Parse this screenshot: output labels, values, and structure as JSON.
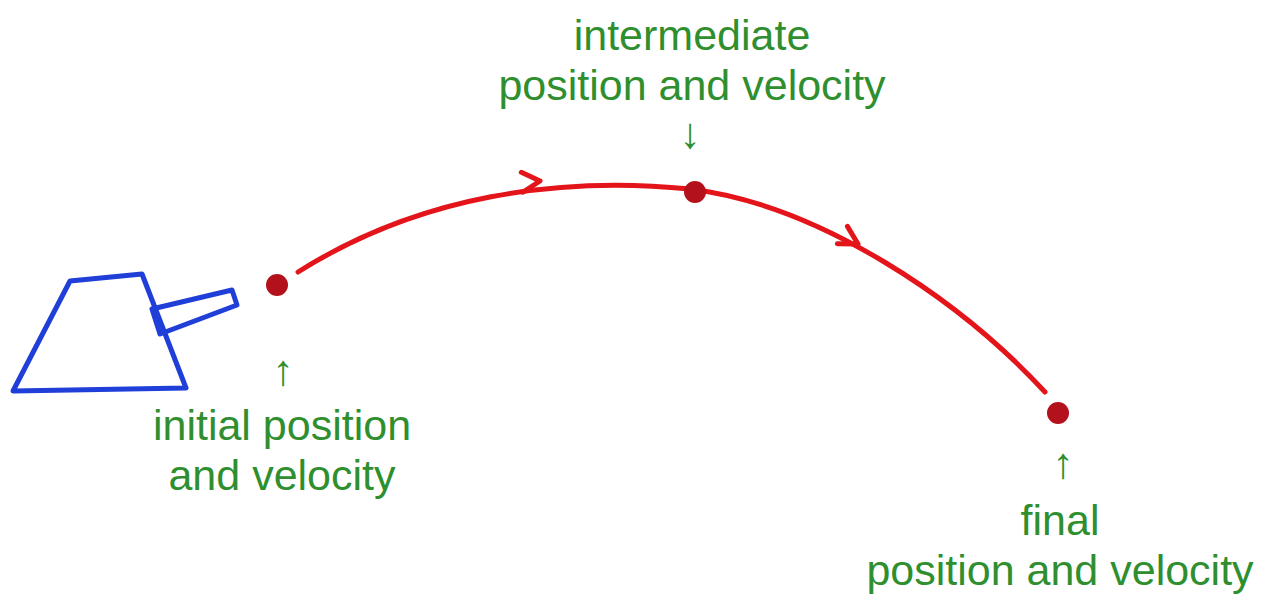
{
  "diagram": {
    "labels": [
      "intermediate position and velocity",
      "↓",
      "↑",
      "initial position and velocity",
      "↑",
      "final position and velocity"
    ]
  }
}
